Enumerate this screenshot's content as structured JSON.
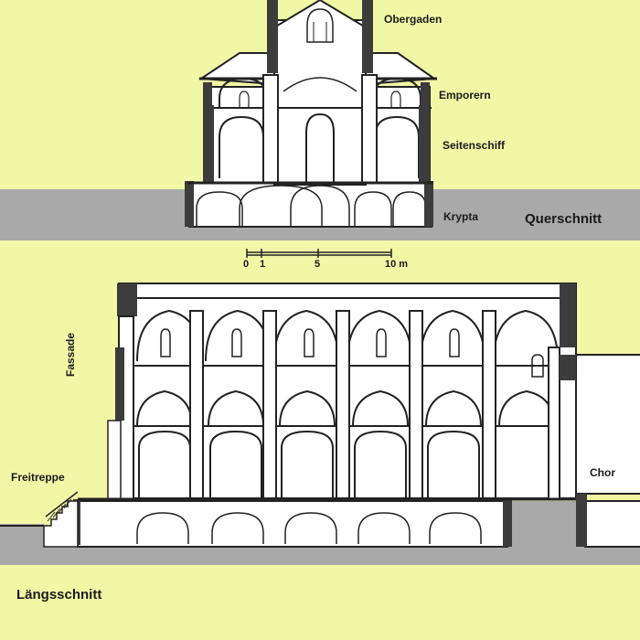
{
  "labels": {
    "obergaden": "Obergaden",
    "emporern": "Emporern",
    "seitenschiff": "Seitenschiff",
    "krypta": "Krypta",
    "querschnitt": "Querschnitt",
    "fassade": "Fassade",
    "freitreppe": "Freitreppe",
    "chor": "Chor",
    "laengsschnitt": "Längsschnitt"
  },
  "scale": {
    "ticks": [
      "0",
      "1",
      "5",
      "10 m"
    ]
  },
  "colors": {
    "background": "#f2f7a6",
    "ground": "#a9a9a9",
    "wall": "#3c3c3c",
    "interior": "#ffffff",
    "line": "#222222"
  }
}
